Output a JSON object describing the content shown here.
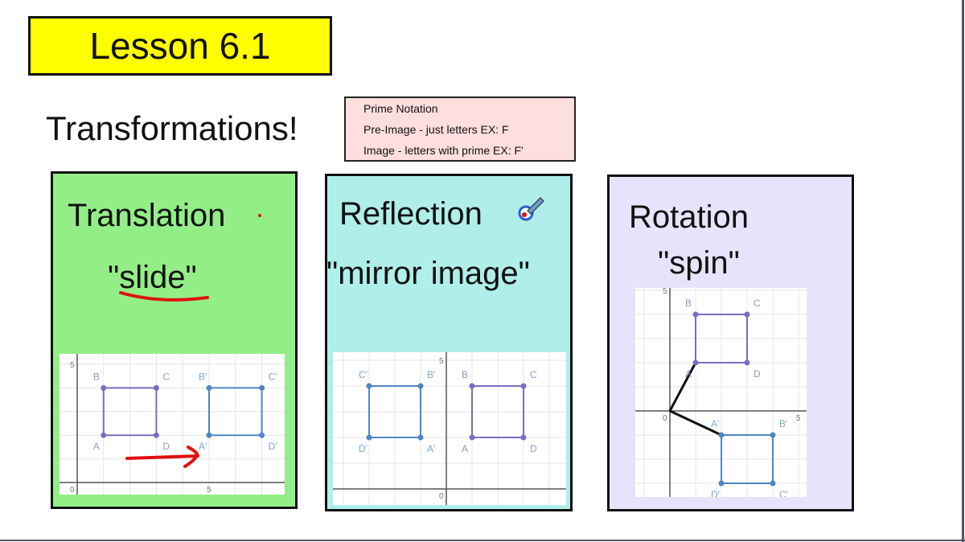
{
  "slide": {
    "title": "Lesson 6.1",
    "subtitle": "Transformations!",
    "prime_notation": {
      "heading": "Prime Notation",
      "line1": "Pre-Image - just letters  EX: F",
      "line2": "Image - letters with prime EX: F'"
    },
    "colors": {
      "title_bg": "#ffff00",
      "prime_bg": "#ffdede",
      "translation_bg": "#93ee88",
      "reflection_bg": "#b0eeea",
      "rotation_bg": "#e6e4fa",
      "preimage": "#7d6bc2",
      "image": "#4f86c6",
      "annotation": "#e01010"
    },
    "panels": [
      {
        "name": "translation",
        "title": "Translation",
        "subtitle": "\"slide\""
      },
      {
        "name": "reflection",
        "title": "Reflection",
        "subtitle": "\"mirror image\""
      },
      {
        "name": "rotation",
        "title": "Rotation",
        "subtitle": "\"spin\""
      }
    ],
    "graphs": [
      {
        "name": "translation",
        "tick_labels": {
          "origin": "0",
          "x5": "5",
          "y5": "5"
        },
        "preimage": [
          {
            "l": "A",
            "x": 1,
            "y": 2
          },
          {
            "l": "B",
            "x": 1,
            "y": 4
          },
          {
            "l": "C",
            "x": 3,
            "y": 4
          },
          {
            "l": "D",
            "x": 3,
            "y": 2
          }
        ],
        "image": [
          {
            "l": "A'",
            "x": 5,
            "y": 2
          },
          {
            "l": "B'",
            "x": 5,
            "y": 4
          },
          {
            "l": "C'",
            "x": 7,
            "y": 4
          },
          {
            "l": "D'",
            "x": 7,
            "y": 2
          }
        ]
      },
      {
        "name": "reflection",
        "tick_labels": {
          "origin": "0",
          "y5": "5"
        },
        "preimage": [
          {
            "l": "A",
            "x": 1,
            "y": 2
          },
          {
            "l": "B",
            "x": 1,
            "y": 4
          },
          {
            "l": "C",
            "x": 3,
            "y": 4
          },
          {
            "l": "D",
            "x": 3,
            "y": 2
          }
        ],
        "image": [
          {
            "l": "A'",
            "x": -1,
            "y": 2
          },
          {
            "l": "B'",
            "x": -1,
            "y": 4
          },
          {
            "l": "C'",
            "x": -3,
            "y": 4
          },
          {
            "l": "D'",
            "x": -3,
            "y": 2
          }
        ]
      },
      {
        "name": "rotation",
        "tick_labels": {
          "origin": "0",
          "x5": "5",
          "y5": "5"
        },
        "preimage": [
          {
            "l": "A",
            "x": 1,
            "y": 2
          },
          {
            "l": "B",
            "x": 1,
            "y": 4
          },
          {
            "l": "C",
            "x": 3,
            "y": 4
          },
          {
            "l": "D",
            "x": 3,
            "y": 2
          }
        ],
        "image": [
          {
            "l": "A'",
            "x": 2,
            "y": -1
          },
          {
            "l": "B'",
            "x": 4,
            "y": -1
          },
          {
            "l": "C'",
            "x": 4,
            "y": -3
          },
          {
            "l": "D'",
            "x": 2,
            "y": -3
          }
        ]
      }
    ]
  }
}
